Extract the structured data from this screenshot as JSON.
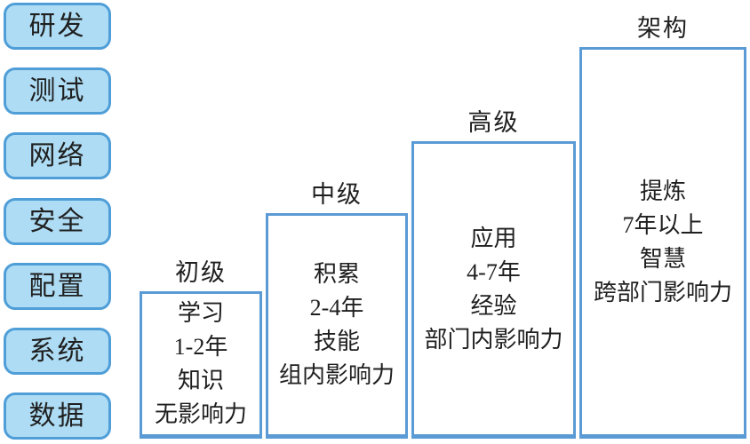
{
  "sidebar": {
    "items": [
      "研发",
      "测试",
      "网络",
      "安全",
      "配置",
      "系统",
      "数据"
    ]
  },
  "steps": [
    {
      "label": "初级",
      "lines": [
        "学习",
        "1-2年",
        "知识",
        "无影响力"
      ]
    },
    {
      "label": "中级",
      "lines": [
        "积累",
        "2-4年",
        "技能",
        "组内影响力"
      ]
    },
    {
      "label": "高级",
      "lines": [
        "应用",
        "4-7年",
        "经验",
        "部门内影响力"
      ]
    },
    {
      "label": "架构",
      "lines": [
        "提炼",
        "7年以上",
        "智慧",
        "跨部门影响力"
      ]
    }
  ],
  "colors": {
    "chip_fill": "#aedcf4",
    "chip_border": "#4f9ed8",
    "box_border": "#5b9bd5",
    "text": "#1f1f1f",
    "background": "#ffffff"
  }
}
